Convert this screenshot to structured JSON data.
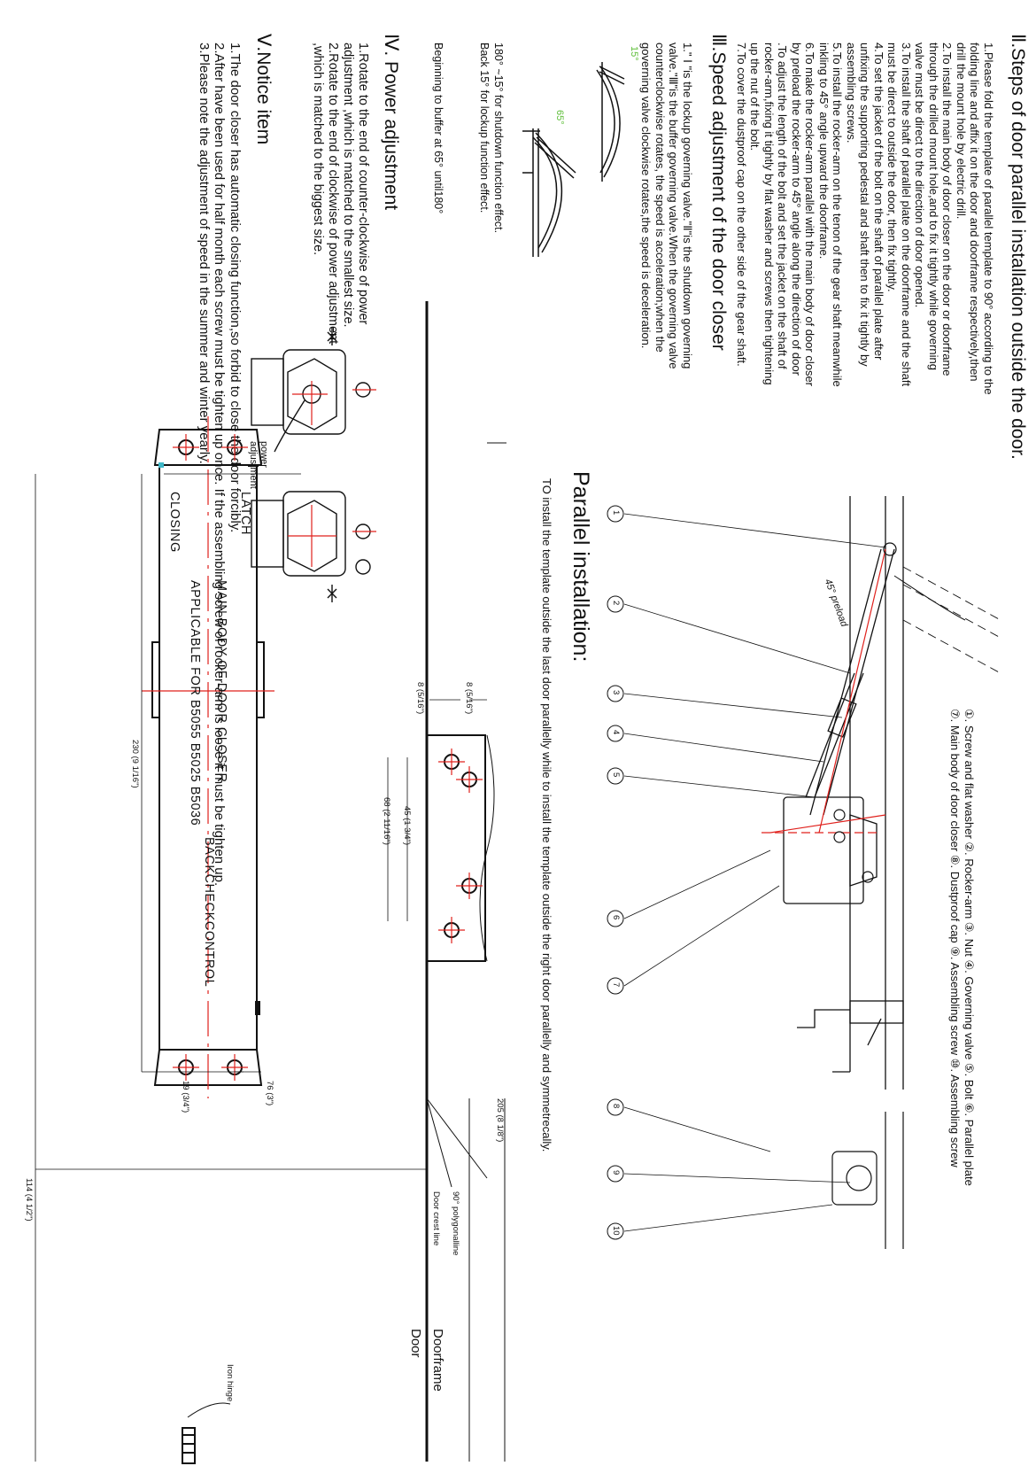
{
  "left": {
    "sec2_title": "Ⅱ.Steps of door parallel installation  outside the door.",
    "sec2_steps": "1.Please fold the template of parallel template to 90°  according to the\n   folding line and affix it on the door and doorframe respectively,then\n   drill the mount hole by electric drill.\n2.To install the main body of door closer on the door or doorframe\n   through the drilled mount hole,and to fix it tightly while governing\n   valve must be direct to the direction of door opened.\n3.To install the shaft of parallel plate on the doorframe and the shaft\n   must be direct to outside the door, then fix tightly.\n4.To set the jacket of the bolt on the shaft of parallel plate after\n   unfixing the supporting pedestal and shaft then to fix it tightly by\n   assembling screws.\n5.To install the rocker-arm on the tenon of the gear shaft meanwhile\n   inkling to 45°  angle upward the doorframe.\n6.To make the rocker-arm parallel with the main body of door closer\n   by preload the rocker-arm to 45°  angle along the direction of door\n   .To adjust the length of the bolt and set the jacket on the shaft of\n   rocker-arm,fixing it tightly by flat washer and screws then tightening\n   up the nut of the bolt.\n7.To cover the dustproof  cap on the other side of the gear shaft.",
    "sec3_title": "Ⅲ.Speed adjustment of the door closer",
    "sec3_text": "1.\" Ⅰ \"is the lockup governing  valve.\"Ⅱ\"is the shutdown governing\n   valve.\"Ⅲ\"is the buffer governing valve.When the governing valve\n   counterclockwise rotates, the speed is acceleration;when the\n   governing valve clockwise rotates,the speed is deceleration.",
    "angle_15": "15°",
    "angle_65": "65°",
    "diag_text1": "180°  ~15°  for shutdown function effect.\nBack 15°  for lockup function effect.",
    "diag_text2": "Beginning to buffer at 65°  until180°",
    "sec4_title": "Ⅳ. Power adjustment",
    "sec4_text": "1.Rotate to the end of counter-clockwise of power\n   adjustment ,which is matched to the smallest size.\n2.Rotate to the end of clockwise of power adjustment\n   ,which is matched to the biggest size.",
    "sec5_title": "Ⅴ.Notice item",
    "sec5_text": "1.The door closer has automatic closing function,so forbid to close the door forcibly.\n2.After have been used for half month each screw must be tighten up once. If the assembling screw of rocker-arm is loose it must be tighten up.\n3.Please note the adjustment of speed in the summer and winter yearly."
  },
  "right": {
    "parts_legend": "①. Screw and flat washer ②. Rocker-arm ③. Nut ④. Governing valve ⑤. Bolt ⑥. Parallel plate\n⑦. Main body of door closer ⑧. Dustproof cap ⑨. Assembling screw ⑩. Assembling screw",
    "preload_label": "45° preload",
    "callouts": [
      "1",
      "2",
      "3",
      "4",
      "5",
      "6",
      "7",
      "8",
      "9",
      "10"
    ],
    "parallel_title": "Parallel installation:",
    "parallel_text": "TO install the template outside the last door parallelly while to install the template outside the right door parallelly and symmetrecally."
  },
  "template": {
    "power_adjustment": "power\nadjustment",
    "latch": "LATCH",
    "closing": "CLOSING",
    "main_body": "MAIN BODY OF DOOR CLOSER",
    "applicable": "APPLICABLE FOR B5055  B5025  B5036",
    "backcheck": "BACKCHECKCONTROL",
    "dim_8a": "8 (5/16\")",
    "dim_8b": "8 (5/16\")",
    "dim_45": "45 (1 3/4\")",
    "dim_68": "68 (2 11/16\")",
    "dim_230": "230 (9 1/16\")",
    "dim_205": "205 (8 1/8\")",
    "dim_19": "19 (3/4\")",
    "dim_76": "76 (3\")",
    "dim_114": "114 (4 1/2\")",
    "polygonal": "90°  polygonalline",
    "door_crest": "Door crest line",
    "doorframe": "Doorframe",
    "door": "Door",
    "iron_hinge": "Iron hinge"
  },
  "colors": {
    "ink": "#111111",
    "red": "#e0201c",
    "green": "#5fbf3a",
    "cyan": "#3fb8c8"
  }
}
